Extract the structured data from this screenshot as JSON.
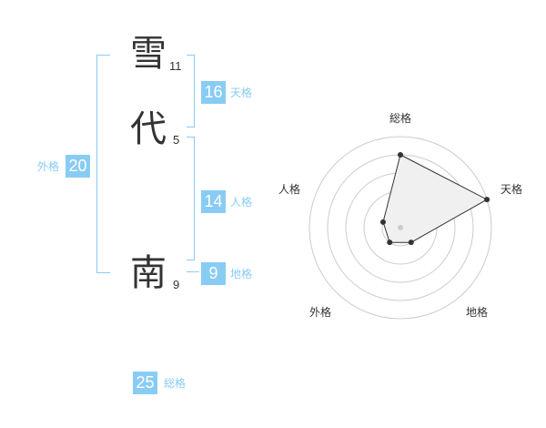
{
  "name": {
    "chars": [
      {
        "char": "雪",
        "strokes": "11"
      },
      {
        "char": "代",
        "strokes": "5"
      },
      {
        "char": "南",
        "strokes": "9"
      }
    ]
  },
  "kakusu": {
    "tenkaku": {
      "value": "16",
      "label": "天格"
    },
    "jinkaku": {
      "value": "14",
      "label": "人格"
    },
    "chikaku": {
      "value": "9",
      "label": "地格"
    },
    "gaikaku": {
      "value": "20",
      "label": "外格"
    },
    "soukaku": {
      "value": "25",
      "label": "総格"
    }
  },
  "colors": {
    "accent": "#88ccf4",
    "text": "#333333",
    "ring": "#cccccc",
    "fill": "#f0f0f0",
    "stroke": "#333333",
    "center": "#cccccc"
  },
  "chart_data": {
    "type": "radar",
    "axes": [
      "総格",
      "天格",
      "地格",
      "外格",
      "人格"
    ],
    "values": [
      4,
      5,
      1,
      1,
      1
    ],
    "max": 5,
    "rings": 5
  }
}
